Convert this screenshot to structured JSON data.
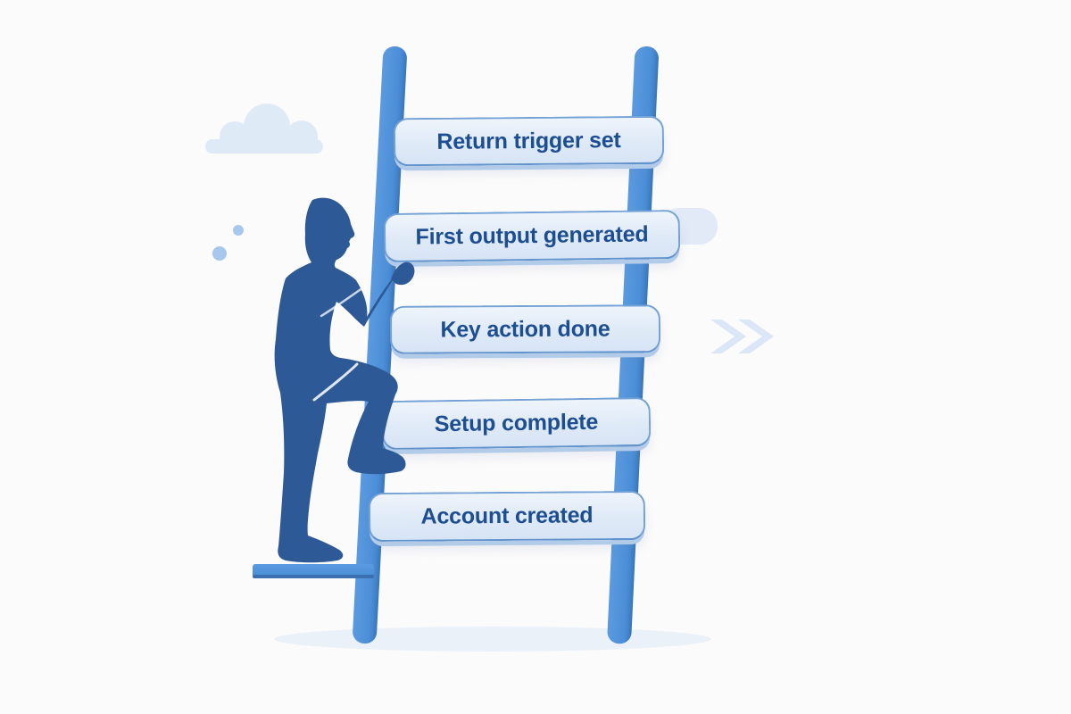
{
  "scene": {
    "description": "Flat illustration of a person climbing a ladder; each rung is a labeled onboarding milestone",
    "background_color": "#fcfbfb",
    "colors": {
      "person_silhouette": "#2d5a96",
      "ladder_rail": "#4c90d8",
      "ladder_rail_edge": "#3a72b0",
      "plank": "#4f92dc",
      "pill_fill": "#e0ebf8",
      "pill_border": "#74a2d6",
      "pill_base": "#b2cbe9",
      "label_text": "#1d4e91",
      "cloud": "#dfeaf7",
      "dots": "#a8c7ec",
      "chevrons": "#dbe7f6",
      "ground_shadow": "#ebf1f9",
      "ghost_blob": "#cfe0f3"
    }
  },
  "milestones": [
    {
      "label": "Return trigger set"
    },
    {
      "label": "First output generated"
    },
    {
      "label": "Key action done"
    },
    {
      "label": "Setup complete"
    },
    {
      "label": "Account created"
    }
  ]
}
